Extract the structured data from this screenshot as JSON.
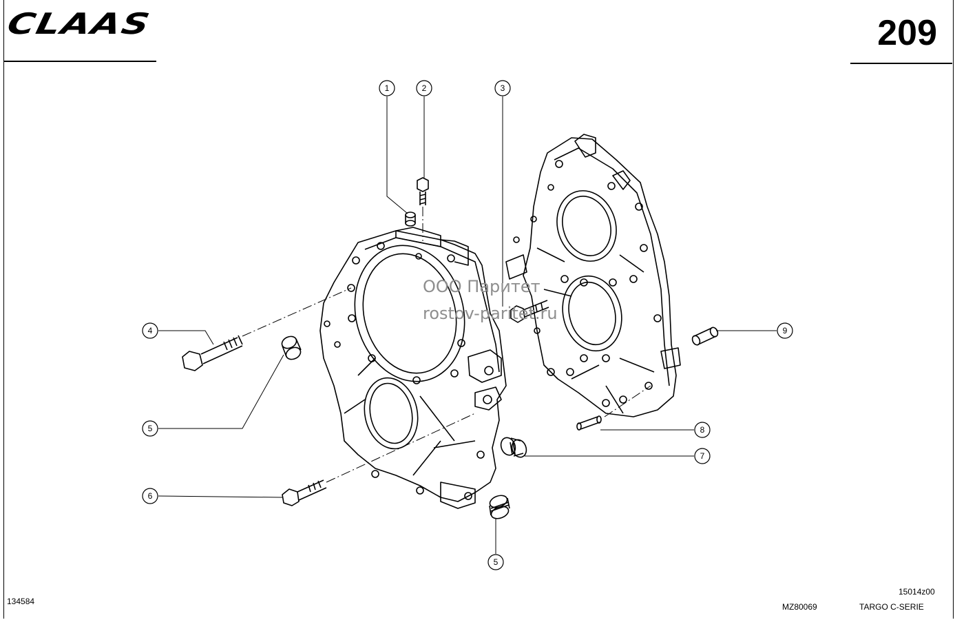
{
  "header": {
    "brand": "CLAAS",
    "page_number": "209"
  },
  "footer": {
    "left_code": "134584",
    "drawing_code": "MZ80069",
    "ref_code": "15014z00",
    "series": "TARGO C-SERIE"
  },
  "watermark": {
    "line1": "ООО Паритет",
    "line2": "rostov-paritet.ru"
  },
  "callouts": [
    {
      "id": "c1",
      "label": "1"
    },
    {
      "id": "c2",
      "label": "2"
    },
    {
      "id": "c3",
      "label": "3"
    },
    {
      "id": "c4",
      "label": "4"
    },
    {
      "id": "c5a",
      "label": "5"
    },
    {
      "id": "c6",
      "label": "6"
    },
    {
      "id": "c5b",
      "label": "5"
    },
    {
      "id": "c7",
      "label": "7"
    },
    {
      "id": "c8",
      "label": "8"
    },
    {
      "id": "c9",
      "label": "9"
    }
  ]
}
